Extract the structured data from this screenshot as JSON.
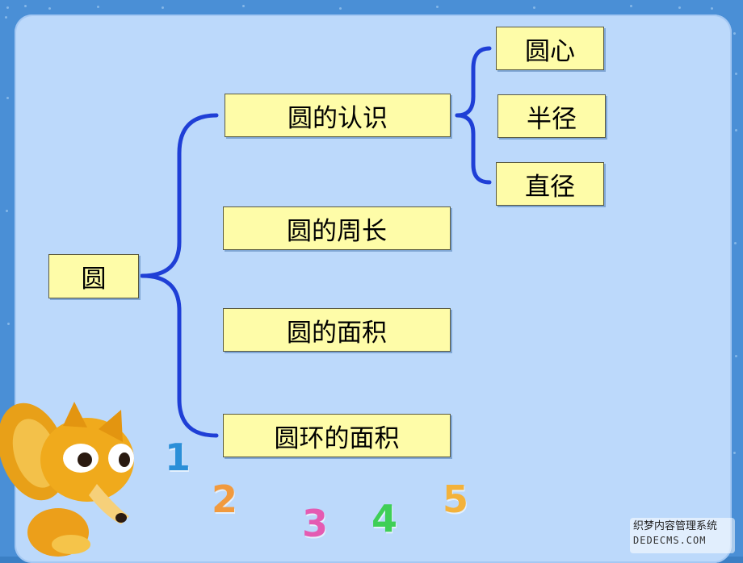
{
  "diagram": {
    "root": {
      "label": "圆"
    },
    "branches": [
      {
        "label": "圆的认识"
      },
      {
        "label": "圆的周长"
      },
      {
        "label": "圆的面积"
      },
      {
        "label": "圆环的面积"
      }
    ],
    "sub_branches": [
      {
        "label": "圆心"
      },
      {
        "label": "半径"
      },
      {
        "label": "直径"
      }
    ]
  },
  "digits": [
    "1",
    "2",
    "3",
    "4",
    "5"
  ],
  "digit_colors": [
    "#2b8fd8",
    "#f19a3e",
    "#e45bb2",
    "#3fcf56",
    "#f3b23b"
  ],
  "colors": {
    "node_fill": "#fefca8",
    "connector": "#1f3fd6",
    "panel": "#bcd9fb",
    "frame": "#4a8fd6"
  },
  "mascot": "orange-fox",
  "watermark": {
    "line1": "织梦内容管理系统",
    "line2": "DEDECMS.COM"
  }
}
